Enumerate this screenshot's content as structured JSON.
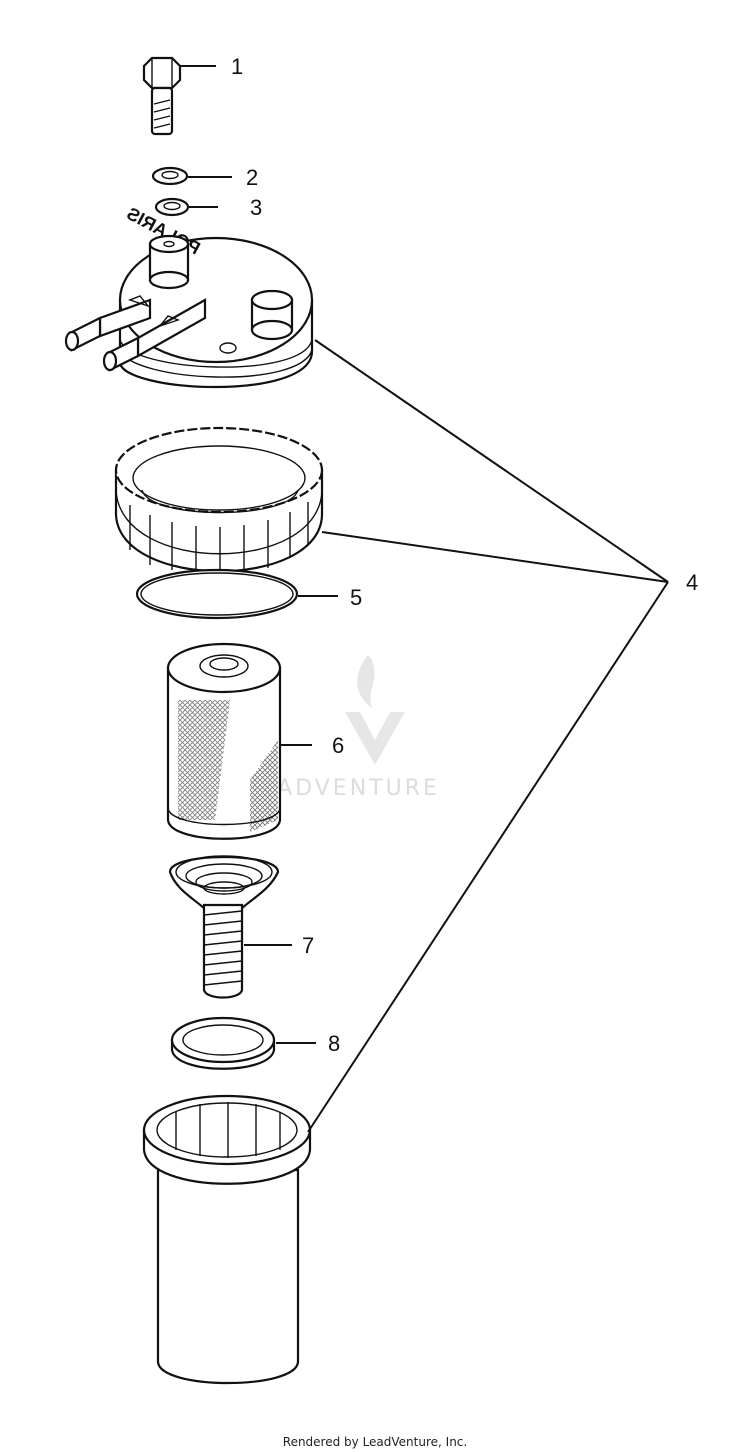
{
  "callouts": {
    "c1": "1",
    "c2": "2",
    "c3": "3",
    "c4": "4",
    "c5": "5",
    "c6": "6",
    "c7": "7",
    "c8": "8"
  },
  "footer": "Rendered by LeadVenture, Inc.",
  "watermark": "LEADVENTURE",
  "embossed_text": "POLARIS"
}
